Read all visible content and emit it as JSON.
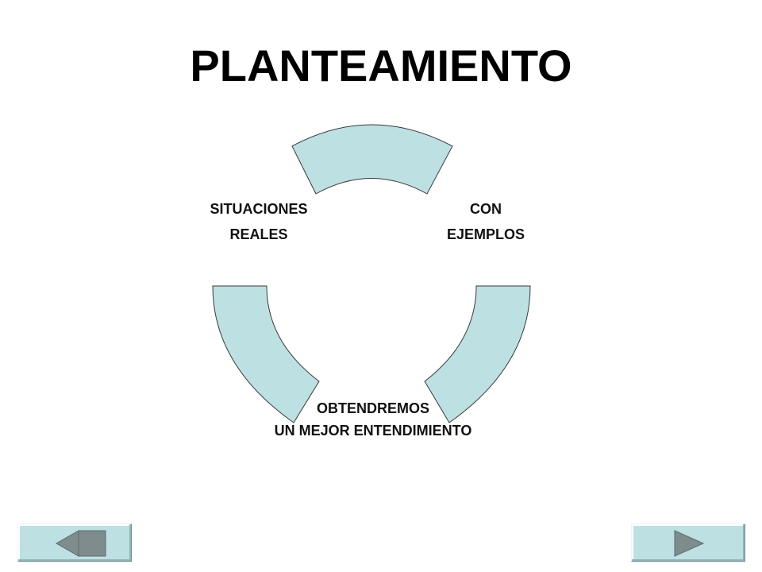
{
  "slide": {
    "title": "PLANTEAMIENTO"
  },
  "diagram": {
    "type": "cycle",
    "segment_color": "#bde0e2",
    "stages": [
      {
        "line1": "SITUACIONES",
        "line2": "REALES"
      },
      {
        "line1": "CON",
        "line2": "EJEMPLOS"
      },
      {
        "line1": "OBTENDREMOS",
        "line2": "UN MEJOR ENTENDIMIENTO"
      }
    ]
  },
  "navigation": {
    "button_color": "#bde0e2",
    "arrow_color": "#7f8c8d",
    "previous_icon": "triangle-left-icon",
    "next_icon": "triangle-right-icon"
  }
}
